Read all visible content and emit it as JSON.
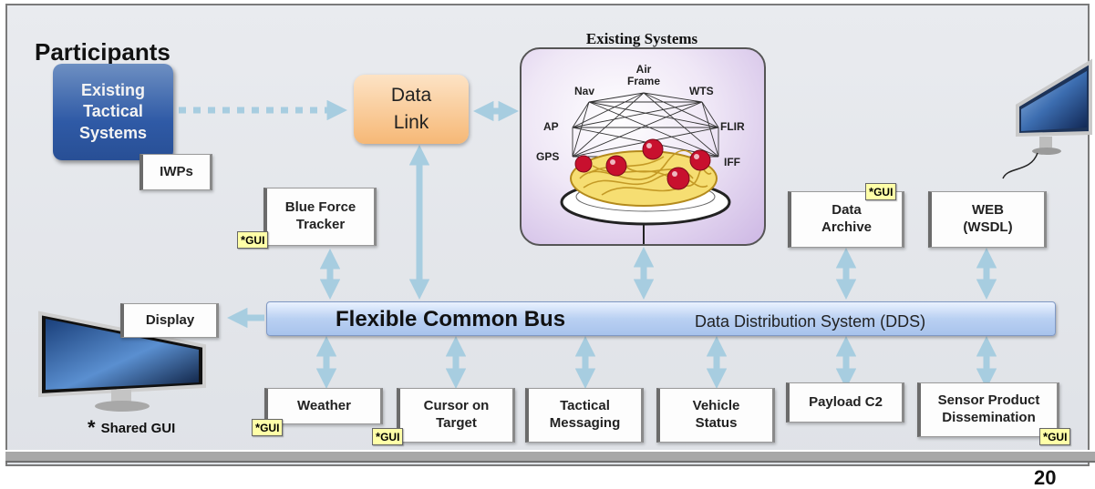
{
  "title": "Participants",
  "existing_tactical": "Existing\nTactical\nSystems",
  "iwps": "IWPs",
  "data_link": "Data\nLink",
  "existing_systems": {
    "title": "Existing Systems",
    "nodes": {
      "nav": "Nav",
      "airframe": "Air\nFrame",
      "wts": "WTS",
      "ap": "AP",
      "flir": "FLIR",
      "gps": "GPS",
      "iff": "IFF"
    }
  },
  "gui_label": "GUI",
  "gui_star": "*",
  "top_boxes": {
    "blue_force": "Blue Force\nTracker",
    "data_archive": "Data\nArchive",
    "web": "WEB\n(WSDL)"
  },
  "bus": {
    "name": "Flexible Common Bus",
    "subtitle": "Data Distribution System (DDS)"
  },
  "display": "Display",
  "shared_gui": "Shared GUI",
  "bottom_boxes": {
    "weather": "Weather",
    "cursor": "Cursor on\nTarget",
    "tactical_messaging": "Tactical\nMessaging",
    "vehicle_status": "Vehicle\nStatus",
    "payload": "Payload C2",
    "sensor": "Sensor Product\nDissemination"
  },
  "page_number": "20",
  "colors": {
    "arrow": "#a7cde0",
    "bus": "#b9d0f2",
    "data_link": "#f6b876",
    "tactical": "#2f5aa6",
    "gui_tag": "#ffffa8",
    "systems_box": "#cdb7e4"
  }
}
